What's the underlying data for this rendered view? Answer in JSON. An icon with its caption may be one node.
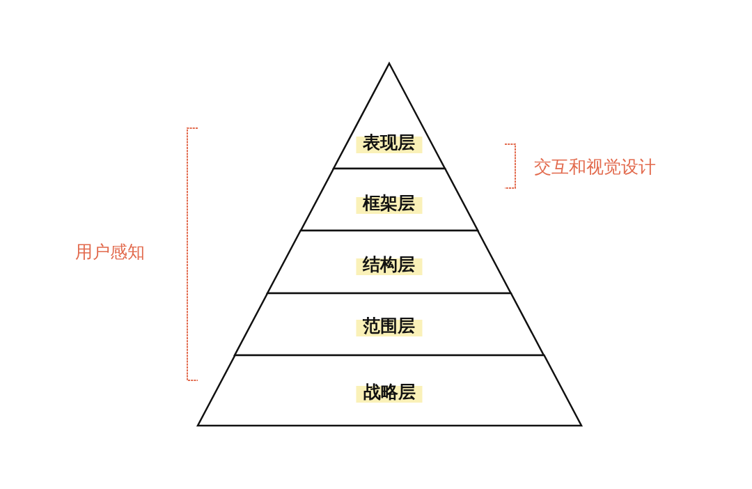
{
  "diagram": {
    "nodes": [
      {
        "text": [
          "表现层"
        ]
      },
      {
        "text": [
          "框架层"
        ]
      },
      {
        "text": [
          "结构层"
        ]
      },
      {
        "text": [
          "范围层"
        ]
      },
      {
        "text": [
          "战略层"
        ]
      }
    ],
    "labels": [
      "交互和视觉设计",
      "用户感知"
    ]
  }
}
